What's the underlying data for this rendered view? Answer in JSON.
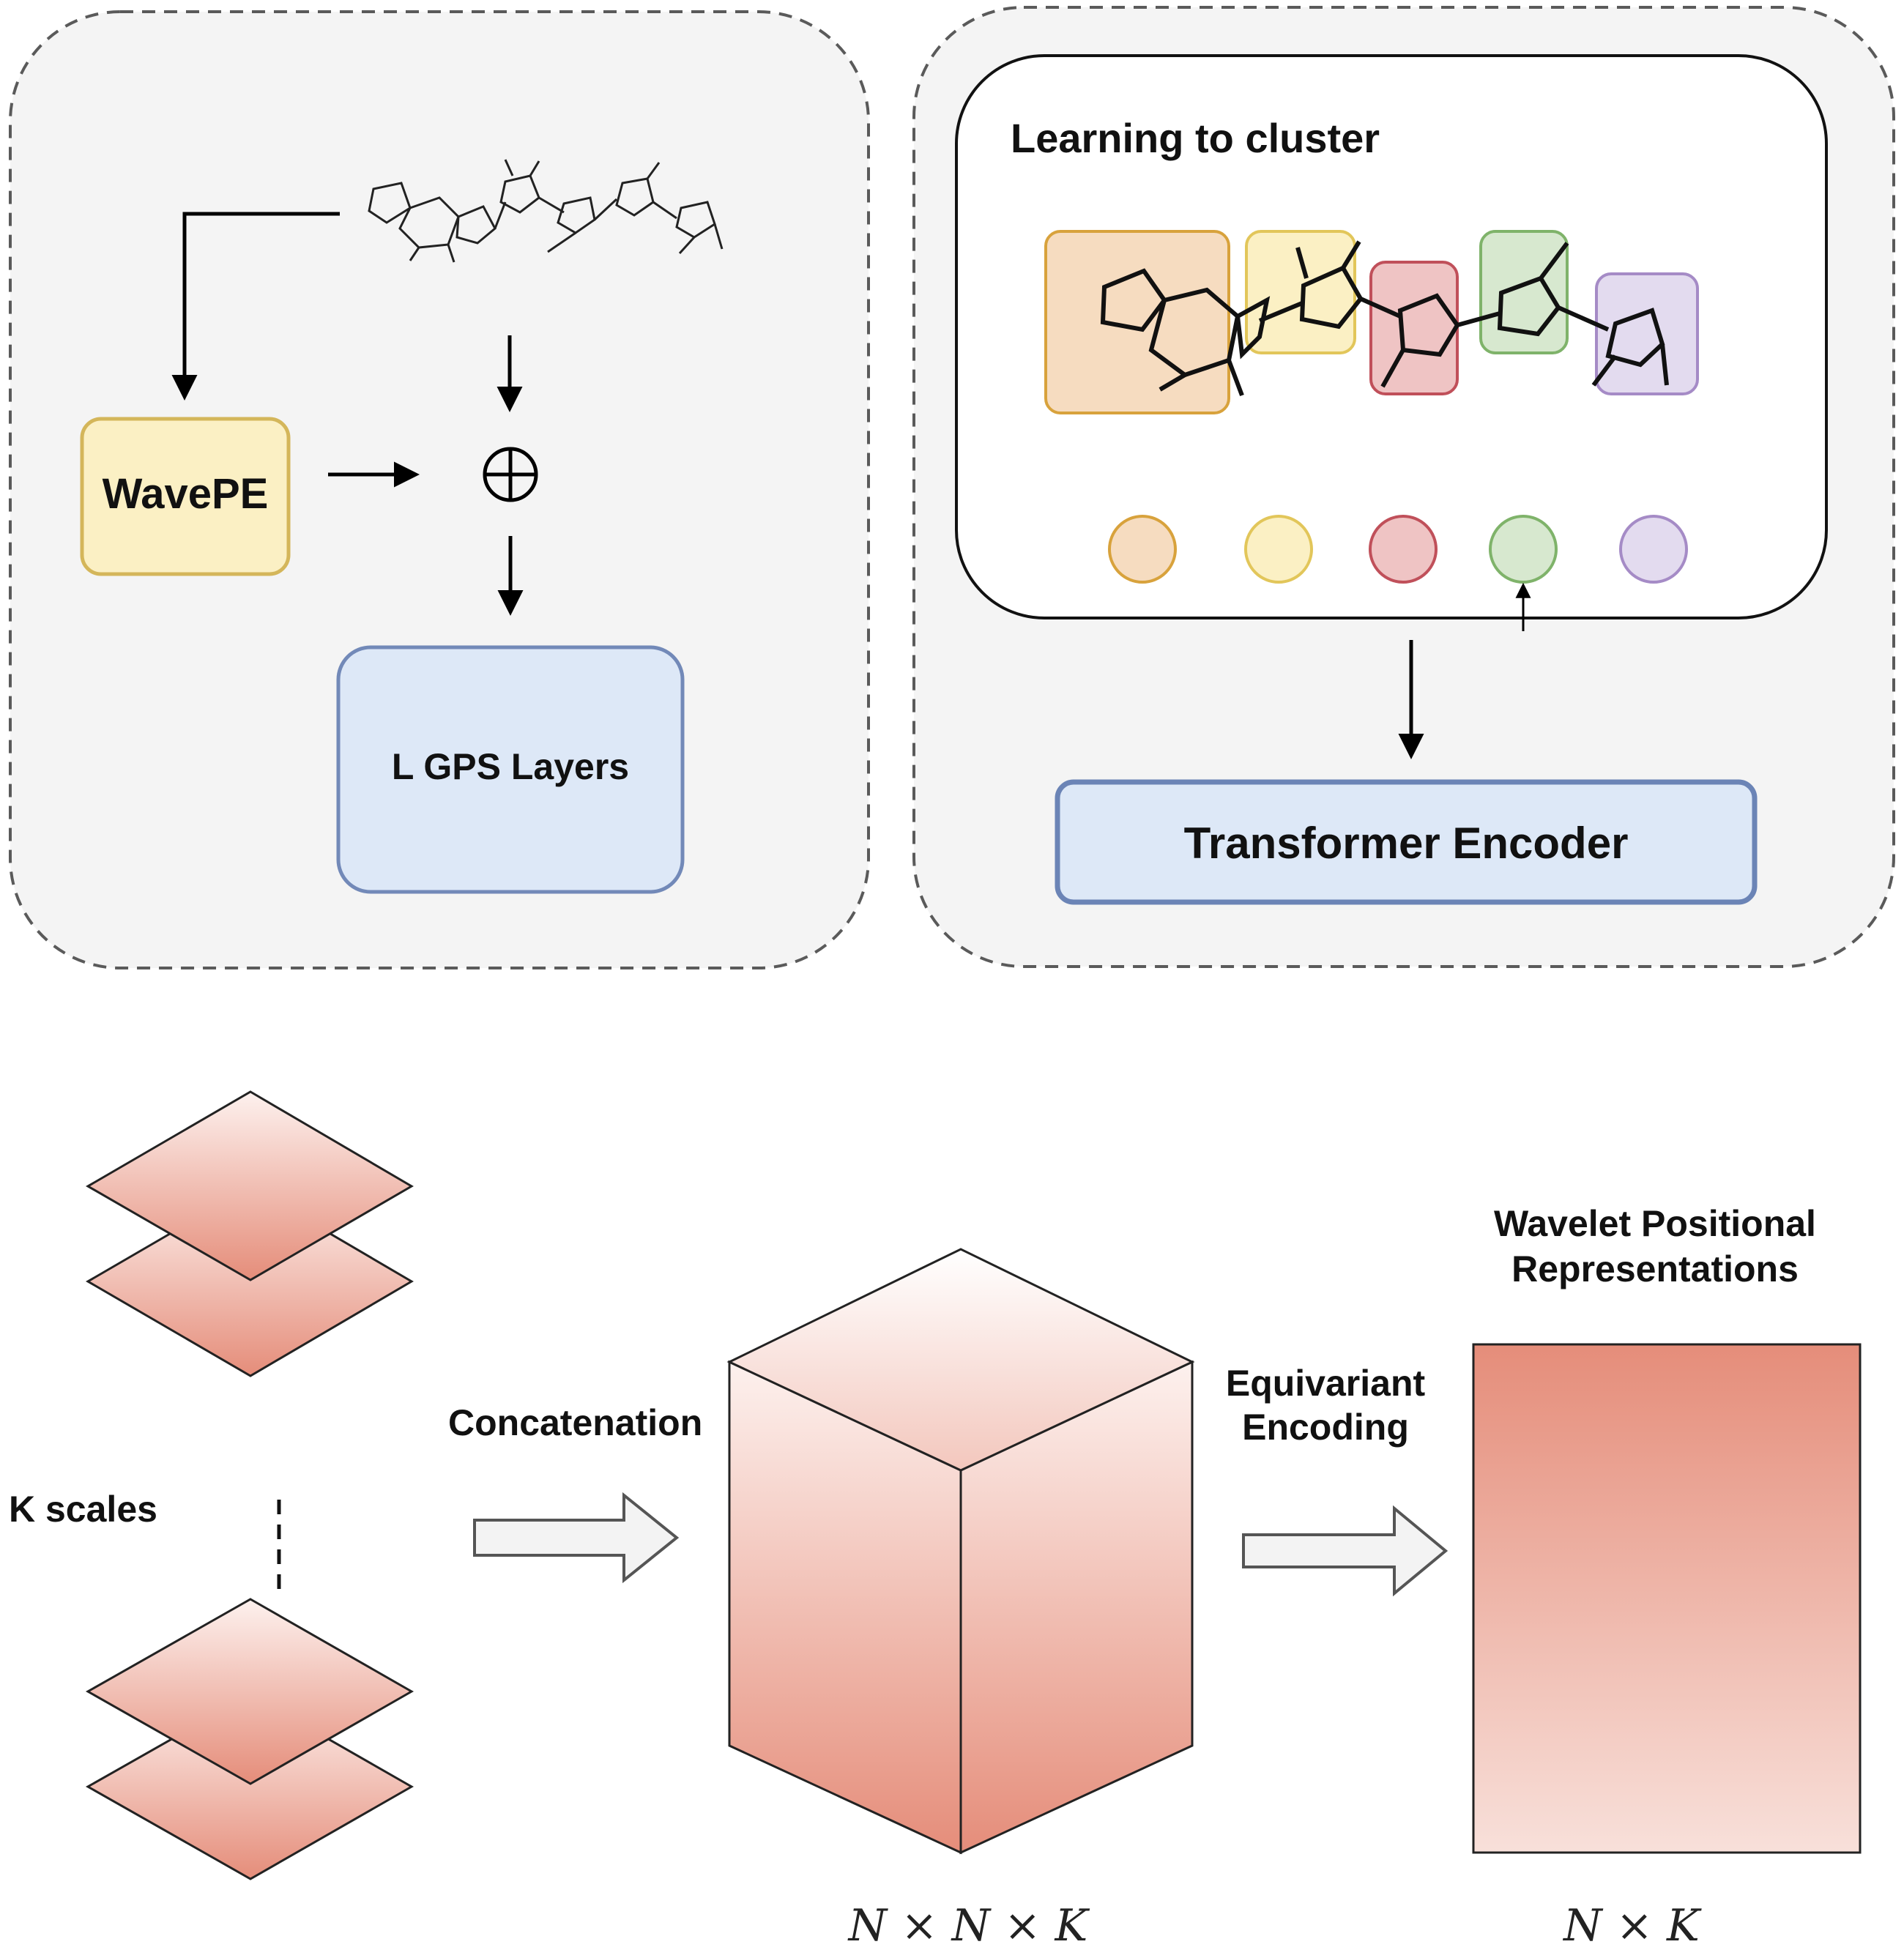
{
  "panel_a": {
    "wavepe_label": "WavePE",
    "gps_label": "L GPS Layers",
    "plus_symbol": "⊕"
  },
  "panel_b": {
    "title": "Learning to cluster",
    "encoder_label": "Transformer Encoder",
    "clusters": [
      {
        "color": "#f6dcc0",
        "stroke": "#d8a23c"
      },
      {
        "color": "#fbf0c4",
        "stroke": "#e2c65a"
      },
      {
        "color": "#efc4c4",
        "stroke": "#c0505a"
      },
      {
        "color": "#d7e8cf",
        "stroke": "#7fb36a"
      },
      {
        "color": "#e3dbef",
        "stroke": "#a58bc6"
      }
    ]
  },
  "panel_c": {
    "k_scales_label": "K scales",
    "concat_label": "Concatenation",
    "equivariant_label_line1": "Equivariant",
    "equivariant_label_line2": "Encoding",
    "wavelet_label_line1": "Wavelet Positional",
    "wavelet_label_line2": "Representations",
    "dim_cube": "N × N × K",
    "dim_rect": "N × K"
  },
  "colors": {
    "panel_bg": "#f4f4f4",
    "dashed_border": "#5a5a5a",
    "wavepe_fill": "#fbf0c4",
    "wavepe_stroke": "#d4b65a",
    "gps_fill": "#dde8f7",
    "gps_stroke": "#7289b8",
    "salmon": "#e58d7a"
  }
}
